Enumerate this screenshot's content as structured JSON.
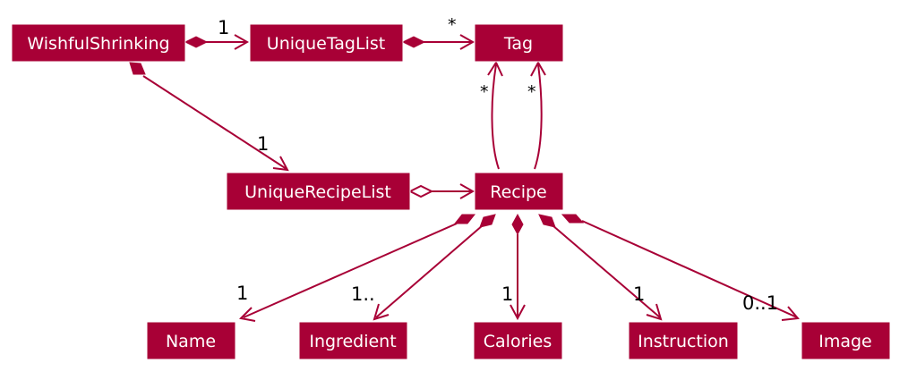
{
  "colors": {
    "class_fill": "#a80036",
    "class_text": "#ffffff",
    "edge": "#a80036",
    "multiplicity_text": "#000000",
    "background": "#ffffff"
  },
  "classes": {
    "wishful_shrinking": "WishfulShrinking",
    "unique_tag_list": "UniqueTagList",
    "tag": "Tag",
    "unique_recipe_list": "UniqueRecipeList",
    "recipe": "Recipe",
    "name": "Name",
    "ingredient": "Ingredient",
    "calories": "Calories",
    "instruction": "Instruction",
    "image": "Image"
  },
  "relations": [
    {
      "from": "WishfulShrinking",
      "to": "UniqueTagList",
      "kind": "composition",
      "multiplicity": "1"
    },
    {
      "from": "UniqueTagList",
      "to": "Tag",
      "kind": "composition",
      "multiplicity": "*"
    },
    {
      "from": "WishfulShrinking",
      "to": "UniqueRecipeList",
      "kind": "composition",
      "multiplicity": "1"
    },
    {
      "from": "UniqueRecipeList",
      "to": "Recipe",
      "kind": "aggregation",
      "multiplicity": ""
    },
    {
      "from": "Recipe",
      "to": "Tag",
      "kind": "association",
      "multiplicity": "*"
    },
    {
      "from": "Recipe",
      "to": "Tag",
      "kind": "association",
      "multiplicity": "*"
    },
    {
      "from": "Recipe",
      "to": "Name",
      "kind": "composition",
      "multiplicity": "1"
    },
    {
      "from": "Recipe",
      "to": "Ingredient",
      "kind": "composition",
      "multiplicity": "1.."
    },
    {
      "from": "Recipe",
      "to": "Calories",
      "kind": "composition",
      "multiplicity": "1"
    },
    {
      "from": "Recipe",
      "to": "Instruction",
      "kind": "composition",
      "multiplicity": "1"
    },
    {
      "from": "Recipe",
      "to": "Image",
      "kind": "composition",
      "multiplicity": "0..1"
    }
  ]
}
